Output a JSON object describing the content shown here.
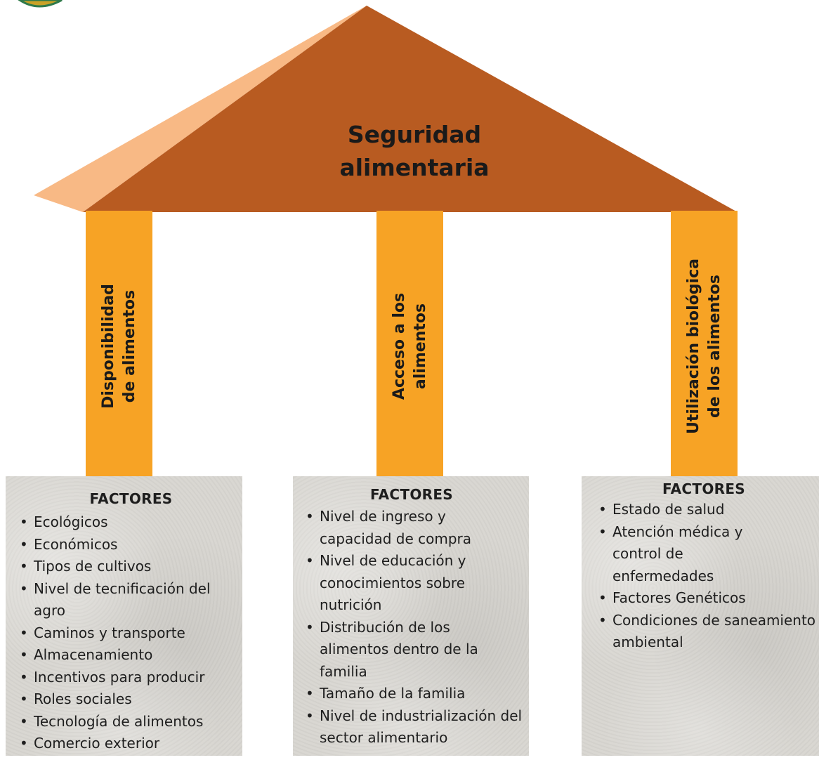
{
  "roof": {
    "title_line1": "Seguridad",
    "title_line2": "alimentaria"
  },
  "pillars": [
    {
      "label_line1": "Disponibilidad",
      "label_line2": "de alimentos"
    },
    {
      "label_line1": "Acceso a los",
      "label_line2": "alimentos"
    },
    {
      "label_line1": "Utilización biológica",
      "label_line2": "de los alimentos"
    }
  ],
  "cards": [
    {
      "title": "FACTORES",
      "items": [
        "Ecológicos",
        "Económicos",
        "Tipos de cultivos",
        "Nivel de tecnificación del agro",
        "Caminos y transporte",
        "Almacenamiento",
        "Incentivos para producir",
        "Roles sociales",
        "Tecnología de alimentos",
        "Comercio exterior"
      ]
    },
    {
      "title": "FACTORES",
      "items": [
        "Nivel de ingreso y capacidad de compra",
        "Nivel de educación y conocimientos sobre nutrición",
        "Distribución de los alimentos dentro de la familia",
        "Tamaño de la familia",
        "Nivel de industrialización del sector alimentario"
      ]
    },
    {
      "title": "FACTORES",
      "items": [
        "Estado de salud",
        "Atención médica y control de enfermedades",
        "Factores Genéticos",
        "Condiciones de saneamiento ambiental"
      ]
    }
  ],
  "colors": {
    "roof_main": "#b85b21",
    "roof_light": "#f8b985",
    "pillar": "#f7a325",
    "card": "#d8d6d1",
    "logo": "#c9a227"
  }
}
